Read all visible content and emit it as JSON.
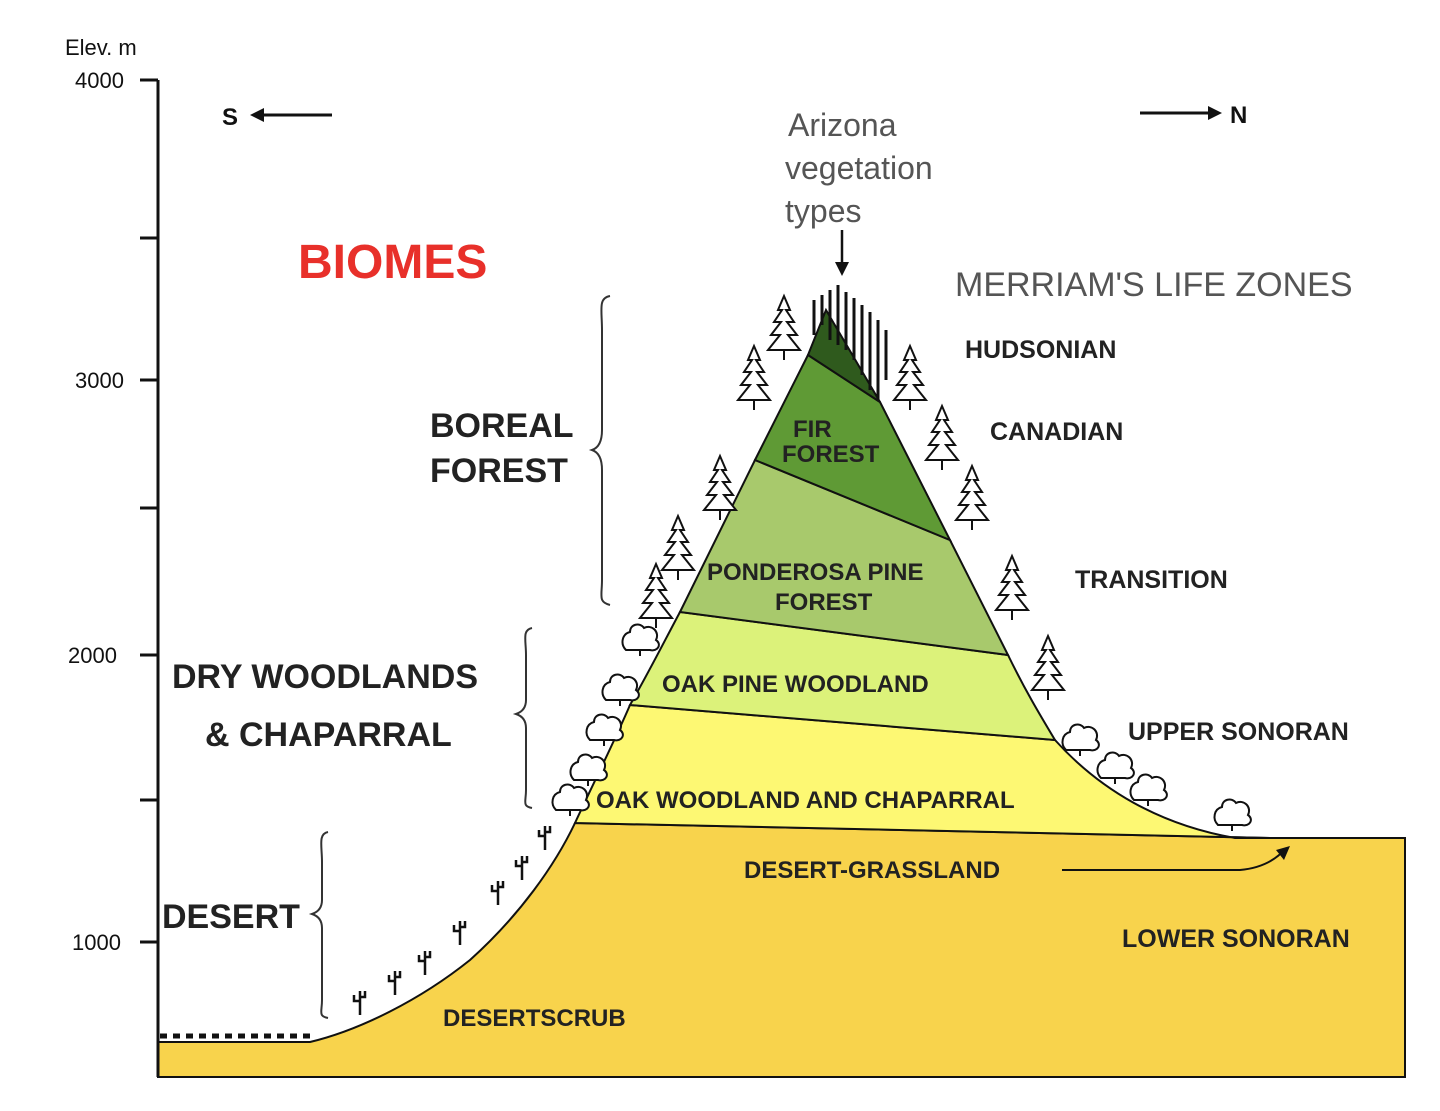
{
  "axis": {
    "label": "Elev. m",
    "ticks": [
      "4000",
      "3000",
      "2000",
      "1000"
    ]
  },
  "directions": {
    "south": "S",
    "north": "N"
  },
  "title": "BIOMES",
  "note": [
    "Arizona",
    "vegetation",
    "types"
  ],
  "life_zones_title": "MERRIAM'S LIFE ZONES",
  "biomes": {
    "boreal": [
      "BOREAL",
      "FOREST"
    ],
    "dry": [
      "DRY WOODLANDS",
      "& CHAPARRAL"
    ],
    "desert": "DESERT"
  },
  "vegetation": {
    "fir": [
      "FIR",
      "FOREST"
    ],
    "ponderosa": [
      "PONDEROSA PINE",
      "FOREST"
    ],
    "oak_pine": "OAK PINE  WOODLAND",
    "oak_woodland": "OAK WOODLAND AND CHAPARRAL",
    "desert_grassland": "DESERT-GRASSLAND",
    "desertscrub": "DESERTSCRUB"
  },
  "zones": {
    "hudsonian": "HUDSONIAN",
    "canadian": "CANADIAN",
    "transition": "TRANSITION",
    "upper_sonoran": "UPPER SONORAN",
    "lower_sonoran": "LOWER SONORAN"
  },
  "colors": {
    "title": "#e8302a",
    "hudsonian_band": "#2f5a1d",
    "fir_band": "#5f9a35",
    "ponderosa_band": "#a8c96c",
    "oak_pine_band": "#dcf27a",
    "oak_woodland_band": "#fdf873",
    "desert_band": "#f8d34c"
  }
}
